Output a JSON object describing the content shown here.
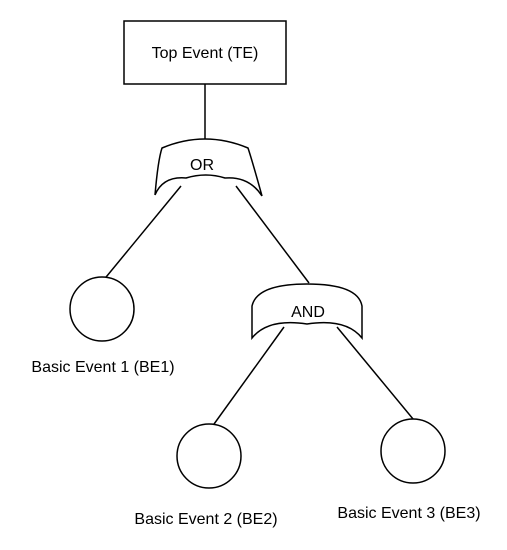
{
  "fault_tree": {
    "top_event": {
      "label": "Top Event (TE)"
    },
    "gates": [
      {
        "id": "or-gate",
        "label": "OR"
      },
      {
        "id": "and-gate",
        "label": "AND"
      }
    ],
    "basic_events": [
      {
        "id": "be1",
        "label": "Basic Event 1 (BE1)"
      },
      {
        "id": "be2",
        "label": "Basic Event 2 (BE2)"
      },
      {
        "id": "be3",
        "label": "Basic Event 3 (BE3)"
      }
    ],
    "connections": [
      {
        "from": "top-event",
        "to": "or-gate"
      },
      {
        "from": "or-gate",
        "to": "be1"
      },
      {
        "from": "or-gate",
        "to": "and-gate"
      },
      {
        "from": "and-gate",
        "to": "be2"
      },
      {
        "from": "and-gate",
        "to": "be3"
      }
    ]
  }
}
